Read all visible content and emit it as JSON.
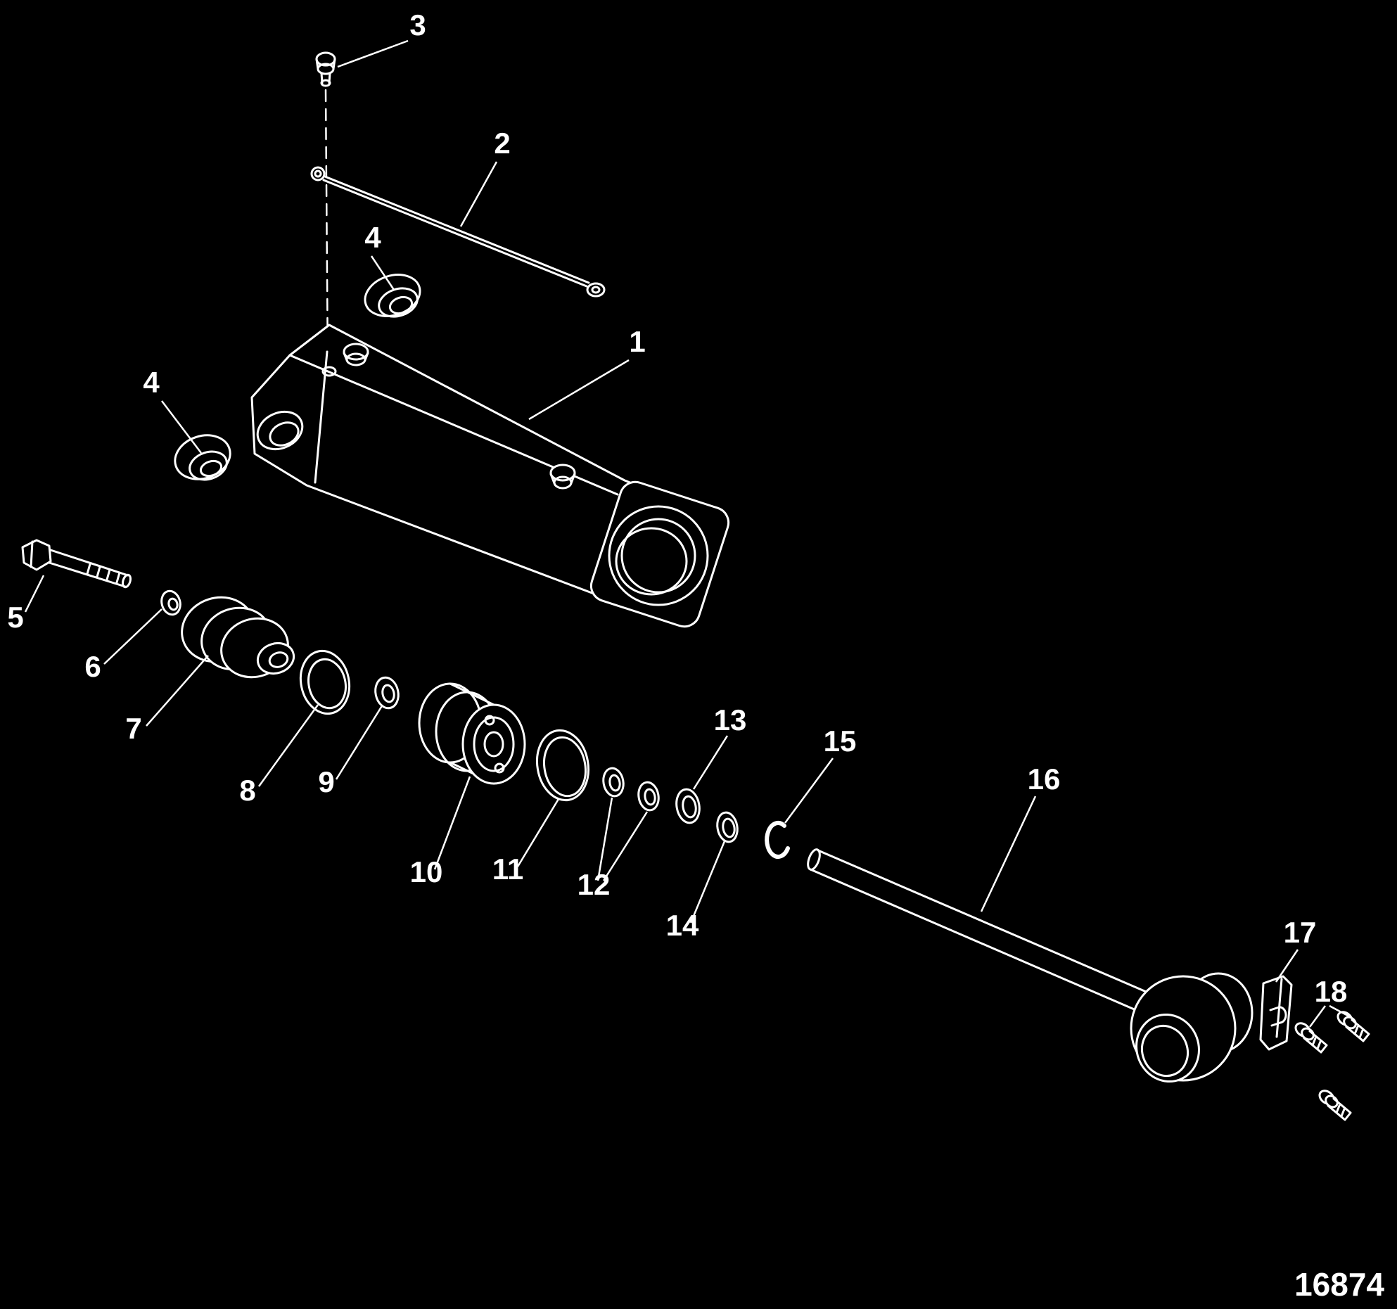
{
  "figure": {
    "number": "16874"
  },
  "colors": {
    "background": "#000000",
    "line": "#ffffff"
  },
  "callouts": [
    {
      "label": "3"
    },
    {
      "label": "2"
    },
    {
      "label": "4"
    },
    {
      "label": "1"
    },
    {
      "label": "4"
    },
    {
      "label": "5"
    },
    {
      "label": "6"
    },
    {
      "label": "7"
    },
    {
      "label": "8"
    },
    {
      "label": "9"
    },
    {
      "label": "10"
    },
    {
      "label": "11"
    },
    {
      "label": "12"
    },
    {
      "label": "13"
    },
    {
      "label": "14"
    },
    {
      "label": "15"
    },
    {
      "label": "16"
    },
    {
      "label": "17"
    },
    {
      "label": "18"
    }
  ]
}
